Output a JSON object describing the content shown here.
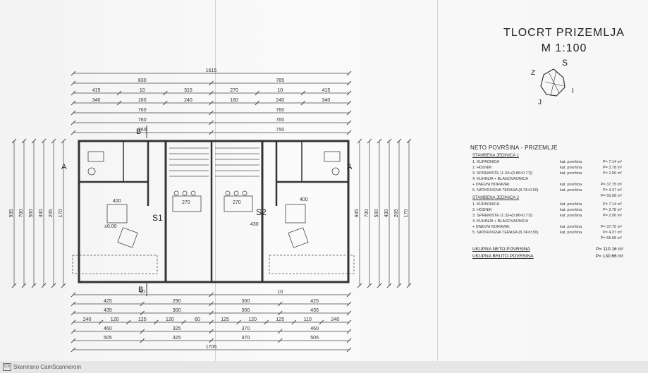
{
  "title": {
    "line1": "TLOCRT PRIZEMLJA",
    "line2": "M 1:100"
  },
  "compass": {
    "letters": [
      "S",
      "Z",
      "I",
      "J"
    ]
  },
  "sections": {
    "b": "B",
    "a": "A"
  },
  "units": {
    "s1": "S1",
    "s2": "S2"
  },
  "room_labels": [
    "400",
    "270",
    "270",
    "400",
    "±0.00",
    "430"
  ],
  "dims_top": [
    [
      "1615"
    ],
    [
      "830",
      "785"
    ],
    [
      "415",
      "10",
      "315",
      "270",
      "10",
      "415"
    ],
    [
      "340",
      "160",
      "240",
      "160",
      "240",
      "340"
    ],
    [
      "760",
      "760"
    ],
    [
      "760",
      "760"
    ],
    [
      "760",
      "750"
    ]
  ],
  "dims_left": [
    "935",
    "700",
    "500",
    "430",
    "205",
    "170"
  ],
  "dims_right": [
    "935",
    "700",
    "500",
    "430",
    "205",
    "170"
  ],
  "dims_bottom": [
    [
      "10",
      "10"
    ],
    [
      "425",
      "290",
      "300",
      "425"
    ],
    [
      "435",
      "300",
      "300",
      "435"
    ],
    [
      "240",
      "120",
      "125",
      "120",
      "60",
      "125",
      "120",
      "125",
      "110",
      "240"
    ],
    [
      "460",
      "325",
      "370",
      "460"
    ],
    [
      "505",
      "325",
      "370",
      "505"
    ],
    [
      "1705"
    ]
  ],
  "area_table": {
    "heading": "NETO POVRŠINA - PRIZEMLJE",
    "unit1": {
      "title": "STAMBENA JEDINICA 1",
      "rows": [
        {
          "name": "1. KUPAONICA",
          "unit": "kat. površina",
          "value": "P= 7.14 m²"
        },
        {
          "name": "2. HODNIK",
          "unit": "kat. površina",
          "value": "P= 3.78 m²"
        },
        {
          "name": "3. SPREMIŠTE (1.33+(0.86×0.77))",
          "unit": "kat. površina",
          "value": "P= 2.06 m²"
        },
        {
          "name": "4. KUHINJA + BLAGOVAONICA",
          "unit": "",
          "value": ""
        },
        {
          "name": "+ DNEVNI BORAVAK",
          "unit": "kat. površina",
          "value": "P= 37.75 m²"
        },
        {
          "name": "5. NATKRIVENA TERASA (8.74×0.50)",
          "unit": "kat. površina",
          "value": "P= 4.37 m²"
        },
        {
          "name": "",
          "unit": "",
          "value": "P= 55.08 m²"
        }
      ]
    },
    "unit2": {
      "title": "STAMBENA JEDINICA 2",
      "rows": [
        {
          "name": "1. KUPAONICA",
          "unit": "kat. površina",
          "value": "P= 7.14 m²"
        },
        {
          "name": "2. HODNIK",
          "unit": "kat. površina",
          "value": "P= 3.78 m²"
        },
        {
          "name": "3. SPREMIŠTE (1.33+(0.86×0.77))",
          "unit": "kat. površina",
          "value": "P= 2.06 m²"
        },
        {
          "name": "4. KUHINJA + BLAGOVAONICA",
          "unit": "",
          "value": ""
        },
        {
          "name": "+ DNEVNI BORAVAK",
          "unit": "kat. površina",
          "value": "P= 37.75 m²"
        },
        {
          "name": "5. NATKRIVENA TERASA (8.74×0.50)",
          "unit": "kat. površina",
          "value": "P= 4.37 m²"
        },
        {
          "name": "",
          "unit": "",
          "value": "P= 55.08 m²"
        }
      ]
    },
    "totals": [
      {
        "name": "UKUPNA NETO POVRŠINA",
        "value": "P= 110.16 m²"
      },
      {
        "name": "UKUPNA BRUTO POVRŠINA",
        "value": "P= 130.66 m²"
      }
    ]
  },
  "footer": {
    "logo": "CS",
    "text": "Skenirano CamScannerom"
  }
}
